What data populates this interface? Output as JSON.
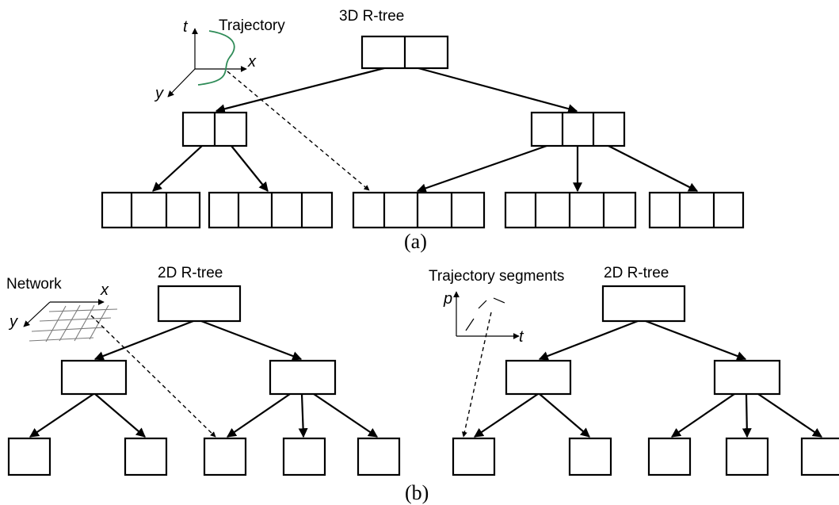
{
  "panel_a": {
    "tree_label": "3D R-tree",
    "inset_label": "Trajectory",
    "axis_t": "t",
    "axis_x": "x",
    "axis_y": "y",
    "caption": "(a)",
    "trajectory_color": "#2e8b57"
  },
  "panel_b_left": {
    "tree_label": "2D R-tree",
    "inset_label": "Network",
    "axis_x": "x",
    "axis_y": "y"
  },
  "panel_b_right": {
    "tree_label": "2D R-tree",
    "inset_label": "Trajectory segments",
    "axis_p": "p",
    "axis_t": "t"
  },
  "caption_b": "(b)"
}
